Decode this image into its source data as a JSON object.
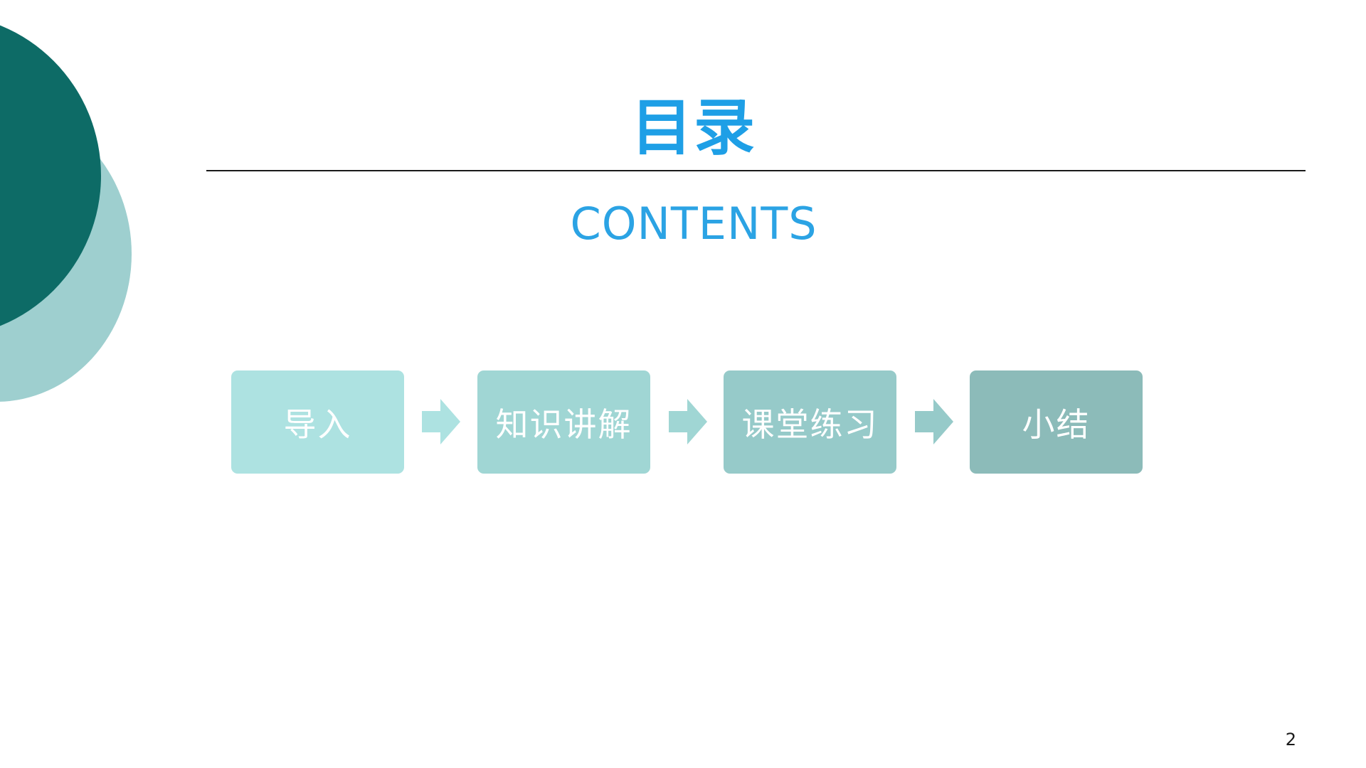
{
  "slide": {
    "title": "目录",
    "subtitle": "CONTENTS",
    "page_number": "2"
  },
  "colors": {
    "title": "#1e9fe6",
    "subtitle": "#2ba3e4",
    "deco_dark": "#0d6b66",
    "deco_light": "#9ecfcf",
    "step_1": "#ade2e1",
    "step_2": "#a0d6d4",
    "step_3": "#96cac9",
    "step_4": "#8cbbb9"
  },
  "steps": [
    {
      "label": "导入"
    },
    {
      "label": "知识讲解"
    },
    {
      "label": "课堂练习"
    },
    {
      "label": "小结"
    }
  ]
}
